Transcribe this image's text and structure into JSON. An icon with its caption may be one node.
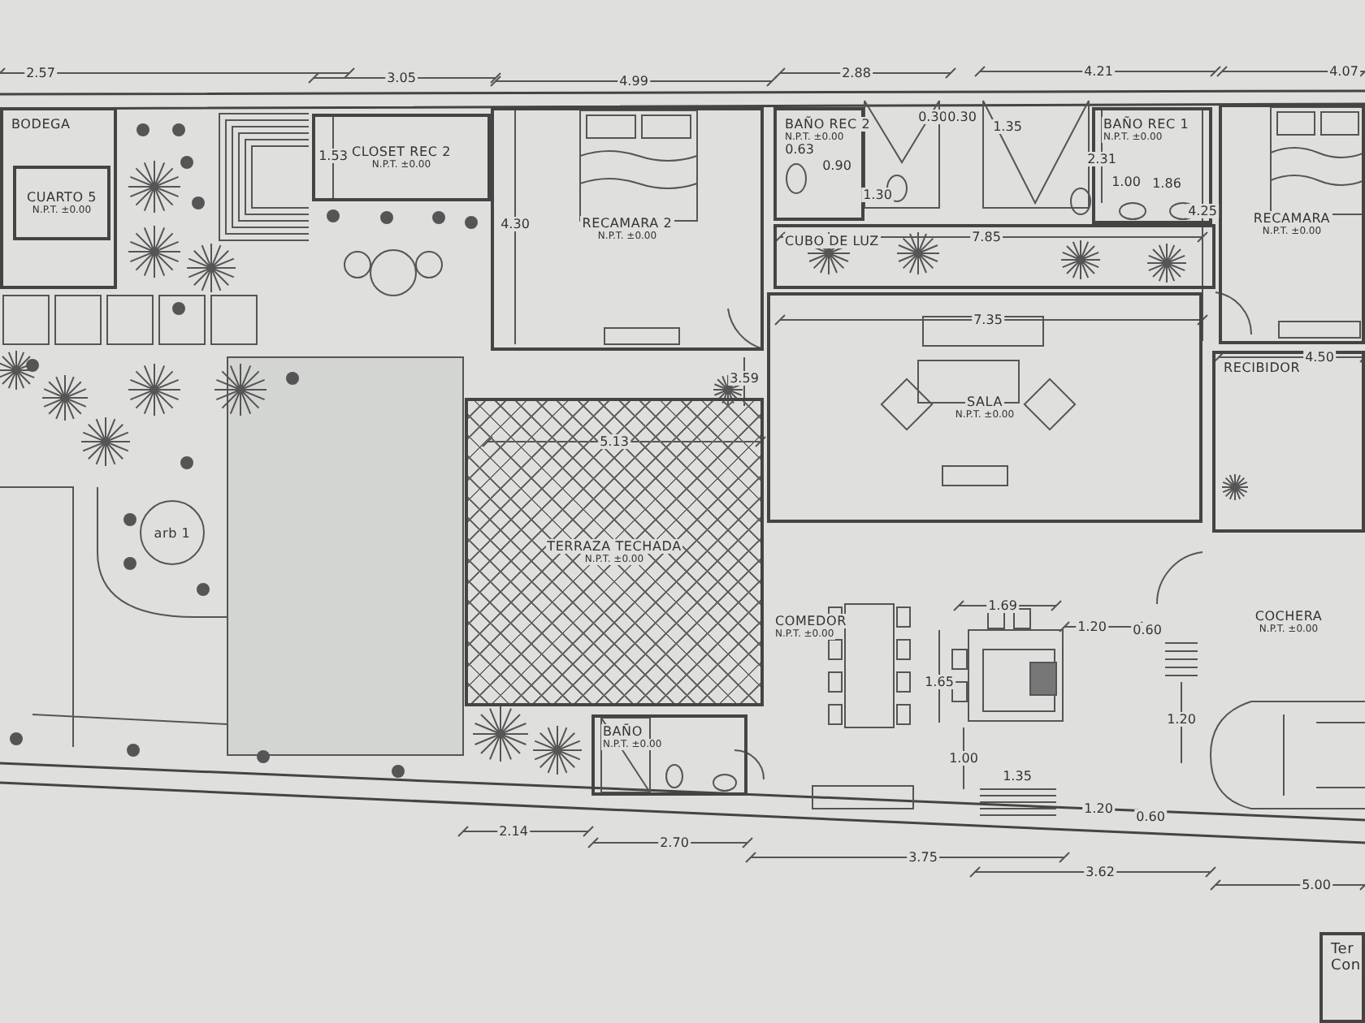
{
  "diagram": {
    "nodes": [
      {
        "text": [
          "BODEGA"
        ]
      },
      {
        "text": [
          "CUARTO 5",
          "N.P.T. ±0.00"
        ],
        "in": 0
      },
      {
        "text": [
          "CLOSET REC 2",
          "N.P.T. ±0.00"
        ]
      },
      {
        "text": [
          "RECAMARA 2",
          "N.P.T. ±0.00"
        ]
      },
      {
        "text": [
          "BAÑO REC 2",
          "N.P.T. ±0.00"
        ]
      },
      {
        "text": [
          "BAÑO REC 1",
          "N.P.T. ±0.00"
        ]
      },
      {
        "text": [
          "RECAMARA",
          "N.P.T. ±0.00"
        ]
      },
      {
        "text": [
          "CUBO DE LUZ"
        ]
      },
      {
        "text": [
          "SALA",
          "N.P.T. ±0.00"
        ]
      },
      {
        "text": [
          "RECIBIDOR"
        ]
      },
      {
        "text": [
          "arb 1"
        ]
      },
      {
        "text": [
          "TERRAZA TECHADA",
          "N.P.T. ±0.00"
        ]
      },
      {
        "text": [
          "COMEDOR",
          "N.P.T. ±0.00"
        ]
      },
      {
        "text": [
          "BAÑO",
          "N.P.T. ±0.00"
        ]
      },
      {
        "text": [
          "COCHERA",
          "N.P.T. ±0.00"
        ]
      },
      {
        "text": [
          "Ter",
          "Con"
        ]
      }
    ],
    "labels": [
      "2.57",
      "3.05",
      "4.99",
      "2.88",
      "4.21",
      "4.07",
      "1.53",
      "4.30",
      "0.63",
      "0.90",
      "1.30",
      "0.30",
      "0.30",
      "1.35",
      "2.31",
      "1.00",
      "1.86",
      "4.25",
      "7.85",
      "7.35",
      "3.59",
      "4.50",
      "5.13",
      "1.69",
      "1.20",
      "0.60",
      "1.65",
      "1.00",
      "1.35",
      "1.20",
      "0.60",
      "1.20",
      "2.14",
      "2.70",
      "3.75",
      "3.62",
      "5.00"
    ]
  }
}
